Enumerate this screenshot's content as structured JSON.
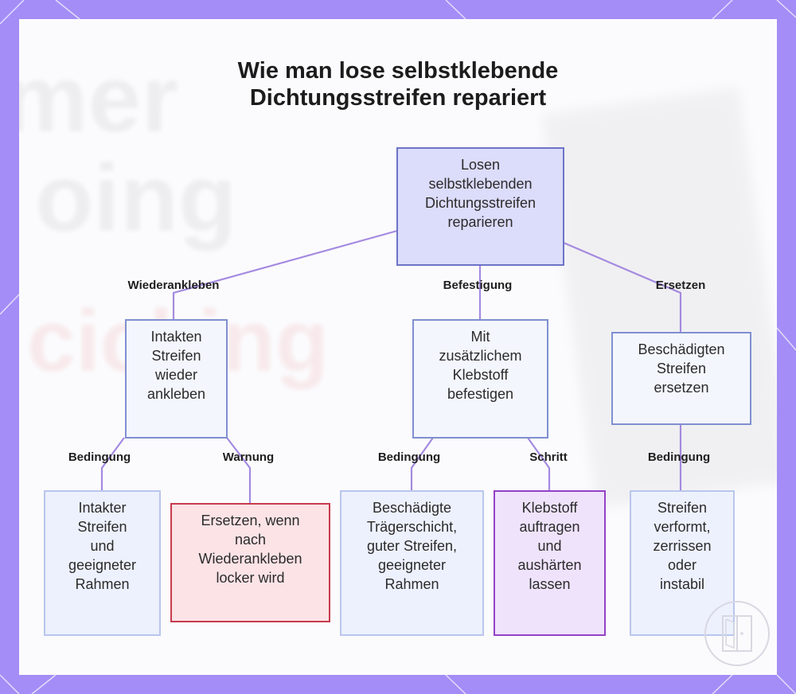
{
  "diagram": {
    "title_lines": [
      "Wie man lose selbstklebende",
      "Dichtungsstreifen repariert"
    ],
    "root": {
      "lines": [
        "Losen",
        "selbstklebenden",
        "Dichtungsstreifen",
        "reparieren"
      ]
    },
    "branches": [
      {
        "edge_label": "Wiederankleben",
        "node": {
          "lines": [
            "Intakten",
            "Streifen",
            "wieder",
            "ankleben"
          ]
        },
        "children": [
          {
            "edge_label": "Bedingung",
            "kind": "info",
            "lines": [
              "Intakter",
              "Streifen",
              "und",
              "geeigneter",
              "Rahmen"
            ]
          },
          {
            "edge_label": "Warnung",
            "kind": "warning",
            "lines": [
              "Ersetzen, wenn",
              "nach",
              "Wiederankleben",
              "locker wird"
            ]
          }
        ]
      },
      {
        "edge_label": "Befestigung",
        "node": {
          "lines": [
            "Mit",
            "zusätzlichem",
            "Klebstoff",
            "befestigen"
          ]
        },
        "children": [
          {
            "edge_label": "Bedingung",
            "kind": "info",
            "lines": [
              "Beschädigte",
              "Trägerschicht,",
              "guter Streifen,",
              "geeigneter",
              "Rahmen"
            ]
          },
          {
            "edge_label": "Schritt",
            "kind": "step",
            "lines": [
              "Klebstoff",
              "auftragen",
              "und",
              "aushärten",
              "lassen"
            ]
          }
        ]
      },
      {
        "edge_label": "Ersetzen",
        "node": {
          "lines": [
            "Beschädigten",
            "Streifen",
            "ersetzen"
          ]
        },
        "children": [
          {
            "edge_label": "Bedingung",
            "kind": "info",
            "lines": [
              "Streifen",
              "verformt,",
              "zerrissen",
              "oder",
              "instabil"
            ]
          }
        ]
      }
    ]
  },
  "colors": {
    "frame": "#a48df6",
    "connector": "#a48ae0",
    "root_fill": "#dcdcfb",
    "warning_border": "#c83a4d",
    "step_border": "#9440c6"
  }
}
